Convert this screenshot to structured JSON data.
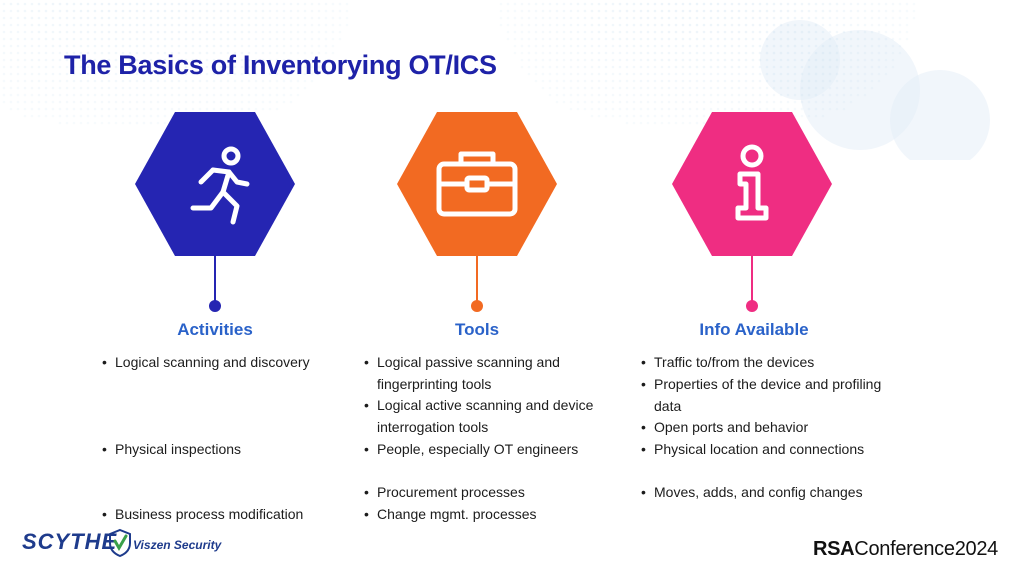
{
  "slide": {
    "title": "The Basics of Inventorying OT/ICS"
  },
  "columns": [
    {
      "heading": "Activities",
      "color": "#2525b2",
      "icon": "running-person-icon",
      "bullets": [
        "Logical scanning and discovery",
        "Physical inspections",
        "Business process modification"
      ]
    },
    {
      "heading": "Tools",
      "color": "#f26a22",
      "icon": "briefcase-icon",
      "bullets": [
        "Logical passive scanning and fingerprinting tools",
        "Logical active scanning and device interrogation tools",
        "People, especially OT engineers",
        "Procurement processes",
        "Change mgmt. processes"
      ]
    },
    {
      "heading": "Info Available",
      "color": "#ef2d82",
      "icon": "info-icon",
      "bullets": [
        "Traffic to/from the devices",
        "Properties of the device and profiling data",
        "Open ports and behavior",
        "Physical location and connections",
        "Moves, adds, and config changes"
      ]
    }
  ],
  "footer": {
    "logo_scythe": "SCYTHE",
    "logo_viszen": "Viszen Security",
    "rsa_strong": "RSA",
    "rsa_rest": "Conference",
    "rsa_year": "2024"
  },
  "colors": {
    "title": "#1e22a8",
    "heading": "#2a62c9"
  }
}
